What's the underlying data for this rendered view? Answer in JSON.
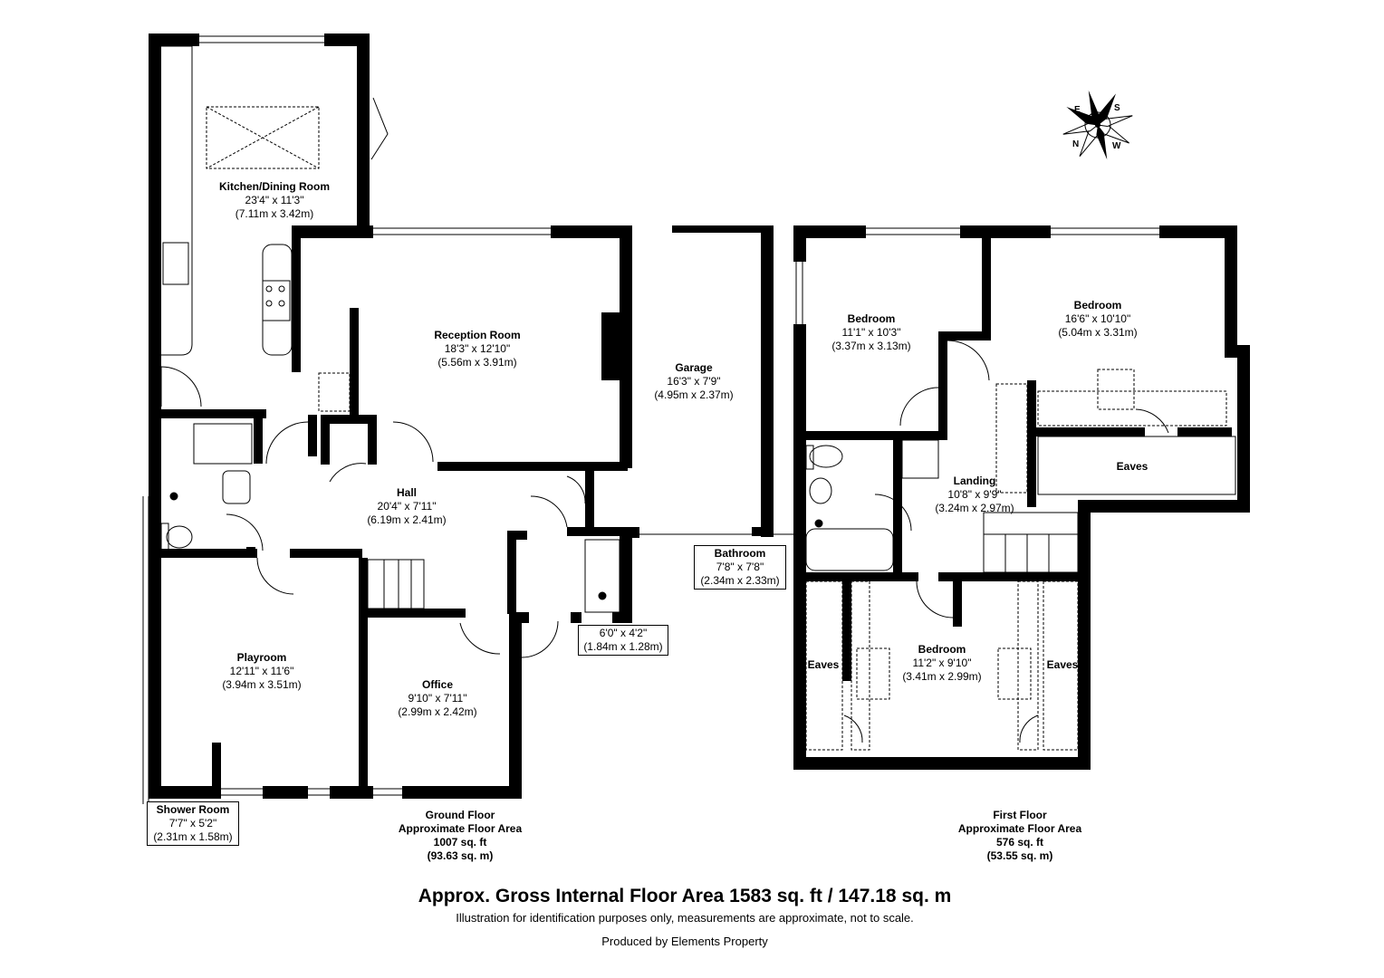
{
  "rooms": {
    "kitchen_dining": {
      "name": "Kitchen/Dining Room",
      "imperial": "23'4\" x 11'3\"",
      "metric": "(7.11m x 3.42m)"
    },
    "reception": {
      "name": "Reception Room",
      "imperial": "18'3\" x 12'10\"",
      "metric": "(5.56m x 3.91m)"
    },
    "garage": {
      "name": "Garage",
      "imperial": "16'3\" x 7'9\"",
      "metric": "(4.95m x 2.37m)"
    },
    "hall": {
      "name": "Hall",
      "imperial": "20'4\" x 7'11\"",
      "metric": "(6.19m x 2.41m)"
    },
    "porch": {
      "imperial": "6'0\" x 4'2\"",
      "metric": "(1.84m x 1.28m)"
    },
    "playroom": {
      "name": "Playroom",
      "imperial": "12'11\" x 11'6\"",
      "metric": "(3.94m x 3.51m)"
    },
    "office": {
      "name": "Office",
      "imperial": "9'10\" x 7'11\"",
      "metric": "(2.99m x 2.42m)"
    },
    "shower_room": {
      "name": "Shower Room",
      "imperial": "7'7\" x 5'2\"",
      "metric": "(2.31m x 1.58m)"
    },
    "bedroom_1": {
      "name": "Bedroom",
      "imperial": "11'1\" x 10'3\"",
      "metric": "(3.37m x 3.13m)"
    },
    "bedroom_2": {
      "name": "Bedroom",
      "imperial": "16'6\" x 10'10\"",
      "metric": "(5.04m x 3.31m)"
    },
    "bedroom_3": {
      "name": "Bedroom",
      "imperial": "11'2\" x 9'10\"",
      "metric": "(3.41m x 2.99m)"
    },
    "landing": {
      "name": "Landing",
      "imperial": "10'8\" x 9'9\"",
      "metric": "(3.24m x 2.97m)"
    },
    "bathroom": {
      "name": "Bathroom",
      "imperial": "7'8\" x 7'8\"",
      "metric": "(2.34m x 2.33m)"
    },
    "eaves": "Eaves"
  },
  "floors": {
    "ground": {
      "title": "Ground Floor",
      "subtitle": "Approximate Floor Area",
      "sqft": "1007 sq. ft",
      "sqm": "(93.63 sq. m)"
    },
    "first": {
      "title": "First Floor",
      "subtitle": "Approximate Floor Area",
      "sqft": "576 sq. ft",
      "sqm": "(53.55 sq. m)"
    }
  },
  "compass": {
    "n": "N",
    "e": "E",
    "s": "S",
    "w": "W"
  },
  "footer": {
    "gross": "Approx. Gross Internal Floor Area 1583 sq. ft / 147.18 sq. m",
    "disclaimer": "Illustration for identification purposes only, measurements are approximate, not to scale.",
    "producer": "Produced by Elements Property"
  }
}
